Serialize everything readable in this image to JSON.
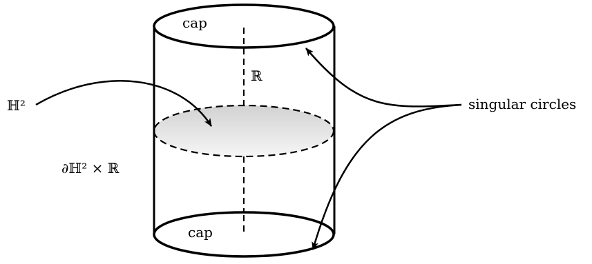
{
  "labels": {
    "top_cap": "cap",
    "bottom_cap": "cap",
    "axis": "ℝ",
    "hyperbolic_plane": "ℍ²",
    "boundary_product": "∂ℍ² × ℝ",
    "singular_circles": "singular circles"
  },
  "colors": {
    "stroke": "#000000",
    "disk_fill_light": "#f4f4f4",
    "disk_fill_dark": "#cfcfcf",
    "background": "#ffffff"
  }
}
